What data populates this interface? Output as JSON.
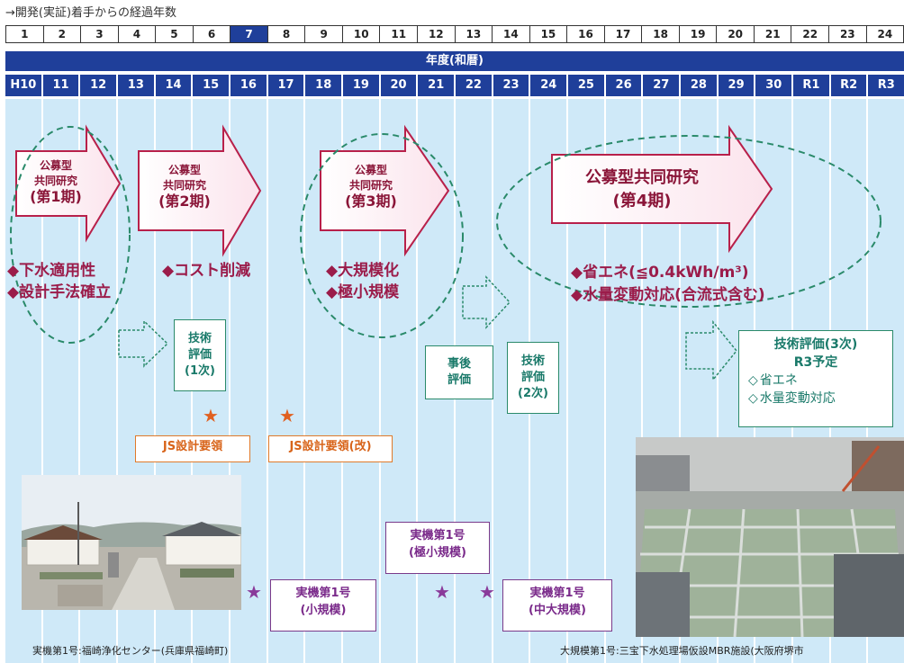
{
  "caption_top": "→開発(実証)着手からの経過年数",
  "year_index": [
    "1",
    "2",
    "3",
    "4",
    "5",
    "6",
    "7",
    "8",
    "9",
    "10",
    "11",
    "12",
    "13",
    "14",
    "15",
    "16",
    "17",
    "18",
    "19",
    "20",
    "21",
    "22",
    "23",
    "24"
  ],
  "year_index_highlight": "7",
  "fiscal_header": "年度(和暦)",
  "era_years": [
    "H10",
    "11",
    "12",
    "13",
    "14",
    "15",
    "16",
    "17",
    "18",
    "19",
    "20",
    "21",
    "22",
    "23",
    "24",
    "25",
    "26",
    "27",
    "28",
    "29",
    "30",
    "R1",
    "R2",
    "R3"
  ],
  "phases": [
    {
      "line1": "公募型",
      "line2": "共同研究",
      "line3": "(第1期)"
    },
    {
      "line1": "公募型",
      "line2": "共同研究",
      "line3": "(第2期)"
    },
    {
      "line1": "公募型",
      "line2": "共同研究",
      "line3": "(第3期)"
    },
    {
      "line1": "公募型共同研究",
      "line2": "(第4期)"
    }
  ],
  "goals": {
    "p1_a": "◆下水適用性",
    "p1_b": "◆設計手法確立",
    "p2": "◆コスト削減",
    "p3_a": "◆大規模化",
    "p3_b": "◆極小規模",
    "p4_a": "◆省エネ(≦0.4kWh/m³)",
    "p4_b": "◆水量変動対応(合流式含む)"
  },
  "evaluations": {
    "eval1": {
      "l1": "技術",
      "l2": "評価",
      "l3": "(1次)"
    },
    "post": {
      "l1": "事後",
      "l2": "評価"
    },
    "eval2": {
      "l1": "技術",
      "l2": "評価",
      "l3": "(2次)"
    },
    "eval3": {
      "title": "技術評価(3次)",
      "sub": "R3予定",
      "items": [
        "省エネ",
        "水量変動対応"
      ]
    }
  },
  "manuals": {
    "m1": "JS設計要領",
    "m2": "JS設計要領(改)"
  },
  "plants": {
    "small": {
      "l1": "実機第1号",
      "l2": "(小規模)"
    },
    "tiny": {
      "l1": "実機第1号",
      "l2": "(極小規模)"
    },
    "mid": {
      "l1": "実機第1号",
      "l2": "(中大規模)"
    }
  },
  "captions": {
    "left": "実機第1号:福崎浄化センター(兵庫県福崎町)",
    "right": "大規模第1号:三宝下水処理場仮設MBR施設(大阪府堺市"
  },
  "colors": {
    "header_blue": "#1f3f9a",
    "column_fill": "#cfe9f8",
    "phase_text": "#8a1538",
    "eval_green": "#2a8a6a",
    "manual_orange": "#e07a2a",
    "plant_purple": "#7a3a8a"
  }
}
